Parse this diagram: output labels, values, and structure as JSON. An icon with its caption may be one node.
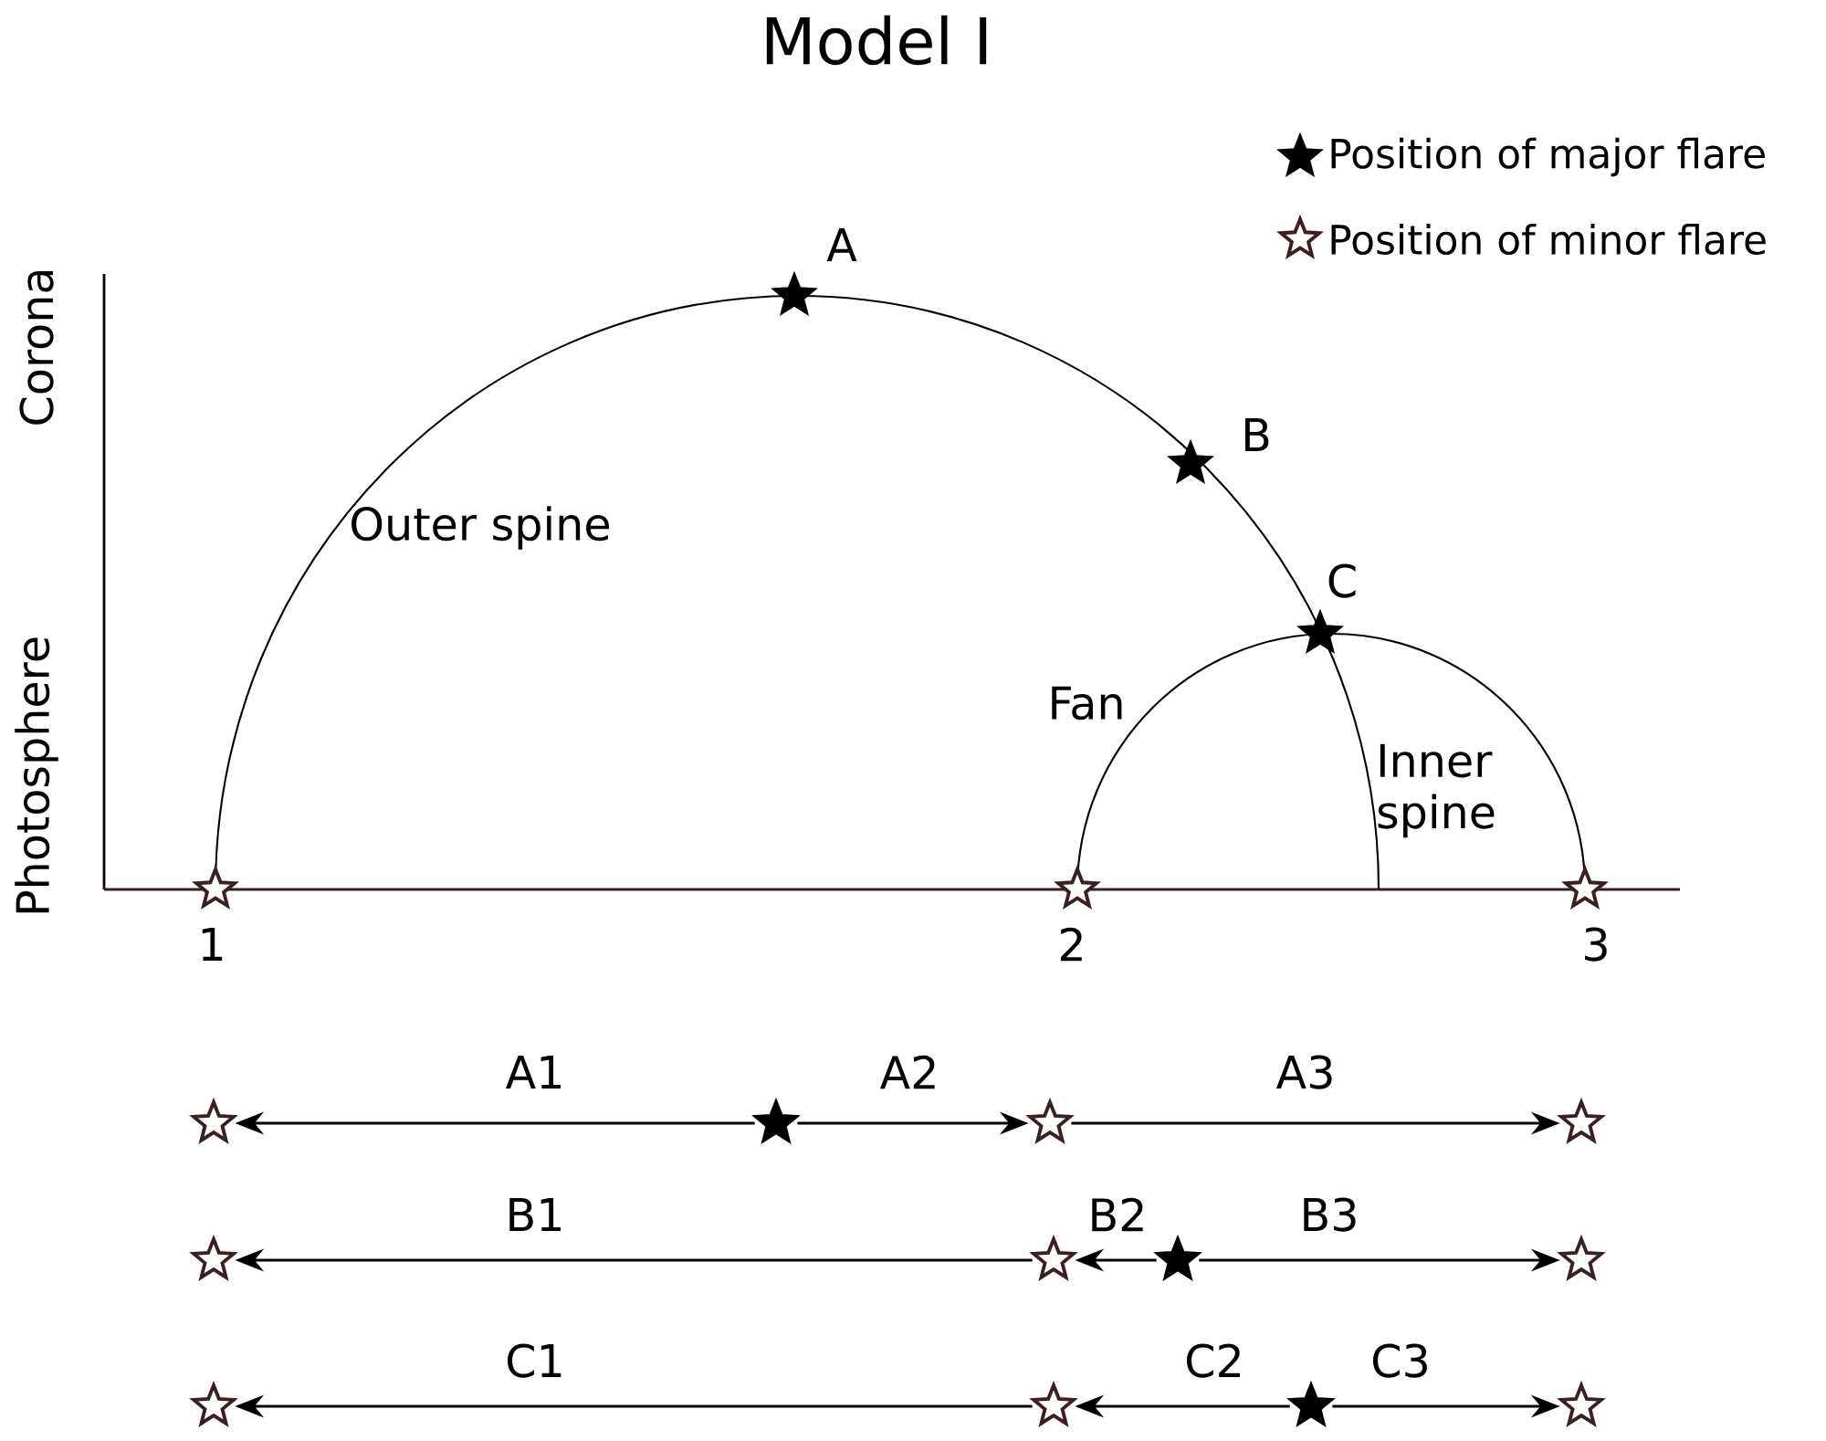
{
  "diagram": {
    "title": "Model I",
    "nodes": [
      {
        "text": [],
        "shape": "star"
      },
      {
        "text": [],
        "shape": "star"
      },
      {
        "text": [],
        "shape": "star"
      },
      {
        "text": [],
        "shape": "star"
      },
      {
        "text": [],
        "shape": "star"
      },
      {
        "text": [],
        "shape": "star"
      },
      {
        "text": [],
        "shape": "star"
      },
      {
        "text": [],
        "shape": "star"
      },
      {
        "text": [],
        "shape": "star"
      },
      {
        "text": [],
        "shape": "star"
      },
      {
        "text": [],
        "shape": "star"
      },
      {
        "text": [],
        "shape": "star"
      }
    ],
    "edges": [
      {
        "from": 1,
        "to": 0,
        "arrow": "to",
        "label": "A1"
      },
      {
        "from": 1,
        "to": 2,
        "arrow": "to",
        "label": "A2"
      },
      {
        "from": 2,
        "to": 3,
        "arrow": "to",
        "label": "A3"
      },
      {
        "from": 5,
        "to": 4,
        "arrow": "to",
        "label": "B1"
      },
      {
        "from": 6,
        "to": 5,
        "arrow": "to",
        "label": "B2"
      },
      {
        "from": 6,
        "to": 7,
        "arrow": "to",
        "label": "B3"
      },
      {
        "from": 9,
        "to": 8,
        "arrow": "to",
        "label": "C1"
      },
      {
        "from": 10,
        "to": 9,
        "arrow": "to",
        "label": "C2"
      },
      {
        "from": 10,
        "to": 11,
        "arrow": "to",
        "label": "C3"
      }
    ],
    "labels": [
      "A",
      "B",
      "Corona",
      "Outer spine",
      "C",
      "Fan",
      "Photosphere",
      "Inner spine",
      "1",
      "2",
      "3"
    ],
    "legend": [
      {
        "text": "Position of major flare"
      },
      {
        "text": "Position of minor flare"
      }
    ]
  }
}
